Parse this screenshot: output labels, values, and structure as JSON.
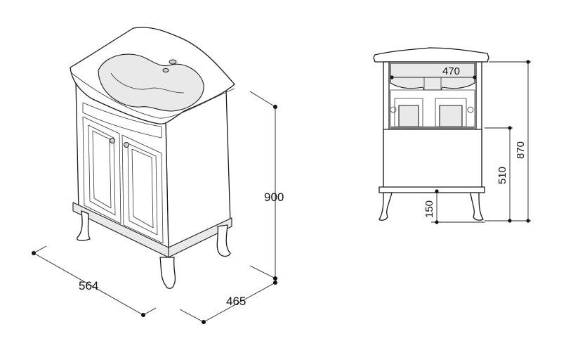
{
  "dimensions": {
    "width": "564",
    "depth": "465",
    "height": "900",
    "basin_width": "470",
    "total_height_front": "870",
    "cabinet_body_height": "510",
    "leg_height": "150"
  }
}
